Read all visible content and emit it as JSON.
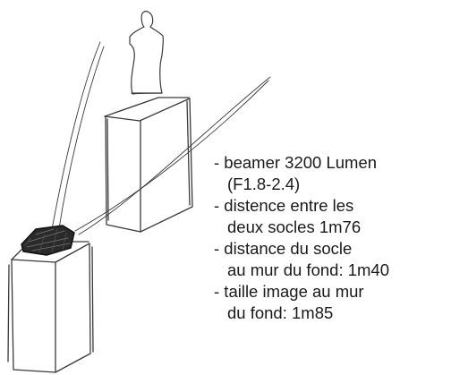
{
  "notes": [
    {
      "lines": [
        "- beamer 3200 Lumen",
        "(F1.8-2.4)"
      ]
    },
    {
      "lines": [
        "- distence entre les",
        "deux socles 1m76"
      ]
    },
    {
      "lines": [
        "- distance du socle",
        "au mur du fond: 1m40"
      ]
    },
    {
      "lines": [
        "- taille image au mur",
        "du fond: 1m85"
      ]
    }
  ]
}
